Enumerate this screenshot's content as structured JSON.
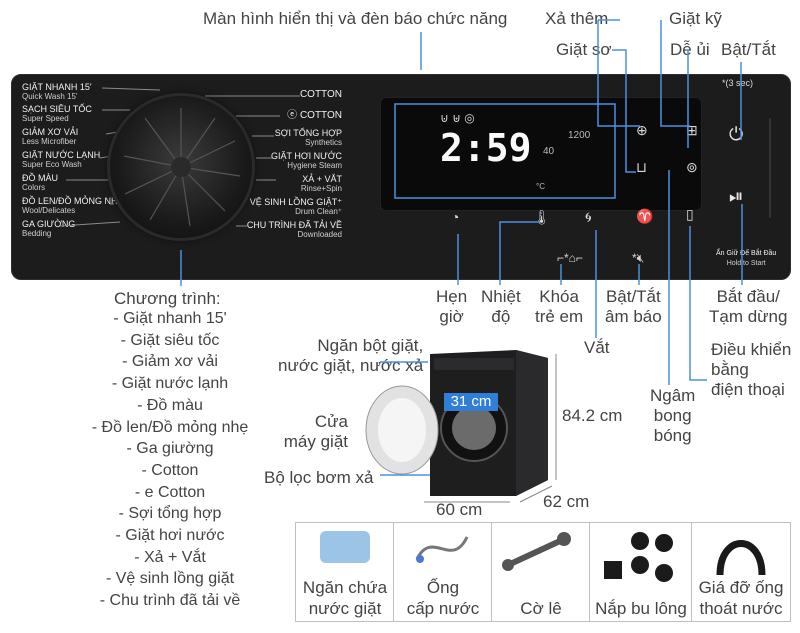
{
  "top_labels": {
    "display": "Màn hình hiển thị và đèn báo chức năng",
    "extra_rinse": "Xả thêm",
    "intensive": "Giặt kỹ",
    "pre_wash": "Giặt sơ",
    "easy_iron": "Dễ ủi",
    "power": "Bật/Tắt",
    "three_sec": "*(3 sec)"
  },
  "programs_left": [
    {
      "vn": "GIẶT NHANH 15'",
      "en": "Quick Wash 15'"
    },
    {
      "vn": "SẠCH SIÊU TỐC",
      "en": "Super Speed"
    },
    {
      "vn": "GIẢM XƠ VẢI",
      "en": "Less Microfiber"
    },
    {
      "vn": "GIẶT NƯỚC LẠNH",
      "en": "Super Eco Wash"
    },
    {
      "vn": "ĐỒ MÀU",
      "en": "Colors"
    },
    {
      "vn": "ĐỒ LEN/ĐỒ MỎNG NHẸ",
      "en": "Wool/Delicates"
    },
    {
      "vn": "GA GIƯỜNG",
      "en": "Bedding"
    }
  ],
  "programs_right": [
    {
      "vn": "COTTON",
      "en": ""
    },
    {
      "vn": "COTTON",
      "en": ""
    },
    {
      "vn": "SỢI TỔNG HỢP",
      "en": "Synthetics"
    },
    {
      "vn": "GIẶT HƠI NƯỚC",
      "en": "Hygiene Steam"
    },
    {
      "vn": "XẢ + VẮT",
      "en": "Rinse+Spin"
    },
    {
      "vn": "VỆ SINH LỒNG GIẶT⁺",
      "en": "Drum Clean⁺"
    },
    {
      "vn": "CHU TRÌNH ĐÃ TẢI VỀ",
      "en": "Downloaded"
    }
  ],
  "display": {
    "time": "2:59",
    "temp": "40",
    "spin": "1200",
    "temp_unit": "°C"
  },
  "panel_text": {
    "start_hint": "Ấn Giữ Để Bắt Đầu",
    "start_hint_en": "Hold to Start"
  },
  "bottom_labels": {
    "delay": "Hẹn\ngiờ",
    "temp": "Nhiệt\nđộ",
    "child_lock": "Khóa\ntrẻ em",
    "sound": "Bật/Tắt\nâm báo",
    "spin": "Vắt",
    "start_pause": "Bắt đầu/\nTạm dừng",
    "phone": "Điều khiển\nbằng\nđiện thoại",
    "soak": "Ngâm\nbong\nbóng"
  },
  "program_list": {
    "title": "Chương trình:",
    "items": [
      "- Giặt nhanh 15'",
      "- Giặt siêu tốc",
      "- Giảm xơ vải",
      "- Giặt nước lạnh",
      "- Đồ màu",
      "- Đồ len/Đồ mỏng nhẹ",
      "- Ga giường",
      "- Cotton",
      "- e Cotton",
      "- Sợi tổng hợp",
      "- Giặt hơi nước",
      "- Xả + Vắt",
      "- Vệ sinh lồng giặt",
      "- Chu trình đã tải về"
    ]
  },
  "machine_labels": {
    "detergent": "Ngăn bột giặt,\nnước giặt, nước xả",
    "door": "Cửa\nmáy giặt",
    "filter": "Bộ lọc bơm xả",
    "door_size": "31 cm",
    "height": "84.2 cm",
    "width": "60 cm",
    "depth": "62 cm"
  },
  "accessories": [
    "Ngăn chứa\nnước giặt",
    "Ống\ncấp nước",
    "Cờ lê",
    "Nắp bu lông",
    "Giá đỡ ống\nthoát nước"
  ],
  "colors": {
    "panel": "#1c1c1d",
    "guide": "#4a90e2",
    "door_tag": "#2f7fd8"
  }
}
